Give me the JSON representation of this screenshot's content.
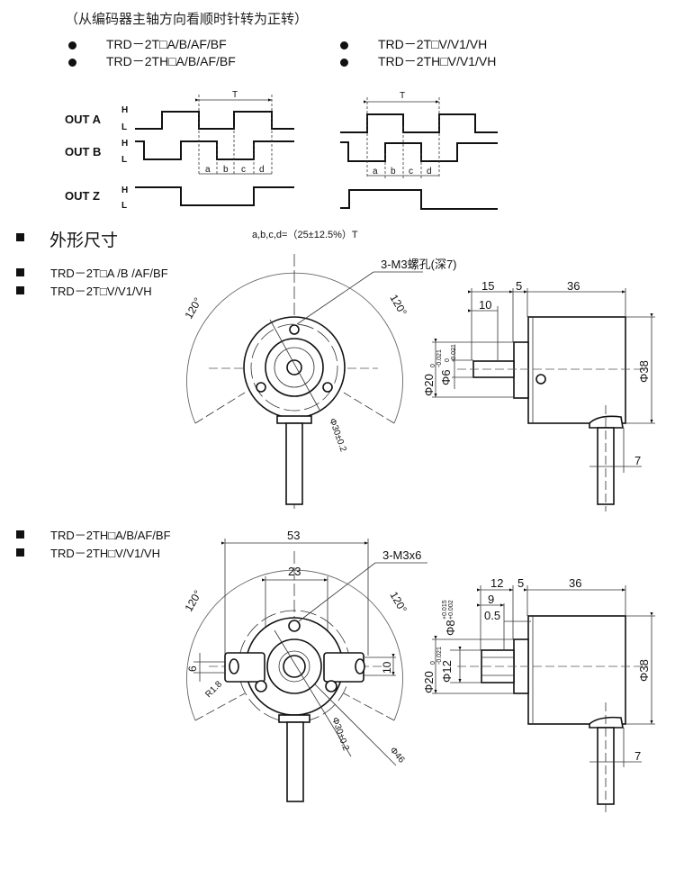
{
  "header": {
    "note": "（从编码器主轴方向看顺时针转为正转）",
    "models_top": [
      "TRD－2T□A/B/AF/BF",
      "TRD－2TH□A/B/AF/BF",
      "TRD－2T□V/V1/VH",
      "TRD－2TH□V/V1/VH"
    ]
  },
  "waveform": {
    "outputs": [
      "OUT A",
      "OUT B",
      "OUT Z"
    ],
    "high": "H",
    "low": "L",
    "period": "T",
    "phases": [
      "a",
      "b",
      "c",
      "d"
    ],
    "formula": "a,b,c,d=（25±12.5%）T"
  },
  "section": {
    "title": "外形尺寸"
  },
  "drawing1": {
    "models": [
      "TRD－2T□A /B /AF/BF",
      "TRD－2T□V/V1/VH"
    ],
    "angle_left": "120°",
    "angle_right": "120°",
    "hole_callout": "3-M3螺孔(深7)",
    "pcd": "Φ30±0.2",
    "dim_15": "15",
    "dim_10": "10",
    "dim_5": "5",
    "dim_36": "36",
    "dia_20": "Φ20",
    "dia_20_tol": "-0.021",
    "dia_20_tol_up": "0",
    "dia_6": "Φ6",
    "dia_6_tol": "-0.021",
    "dia_6_tol_up": "0",
    "dia_38": "Φ38",
    "dim_7": "7"
  },
  "drawing2": {
    "models": [
      "TRD－2TH□A/B/AF/BF",
      "TRD－2TH□V/V1/VH"
    ],
    "dim_53": "53",
    "dim_23": "23",
    "hole_callout": "3-M3x6",
    "angle_left": "120°",
    "angle_right": "120°",
    "dim_6": "6",
    "radius": "R1.8",
    "dim_10": "10",
    "pcd": "Φ30±0.2",
    "dia_46": "Φ46",
    "dim_12": "12",
    "dim_5": "5",
    "dim_36": "36",
    "dim_9": "9",
    "dim_05": "0.5",
    "dia_8": "Φ8",
    "dia_8_tol_up": "+0.015",
    "dia_8_tol_low": "+0.002",
    "dia_20": "Φ20",
    "dia_20_tol": "-0.021",
    "dia_20_tol_up": "0",
    "dia_12": "Φ12",
    "dia_38": "Φ38",
    "dim_7": "7"
  }
}
